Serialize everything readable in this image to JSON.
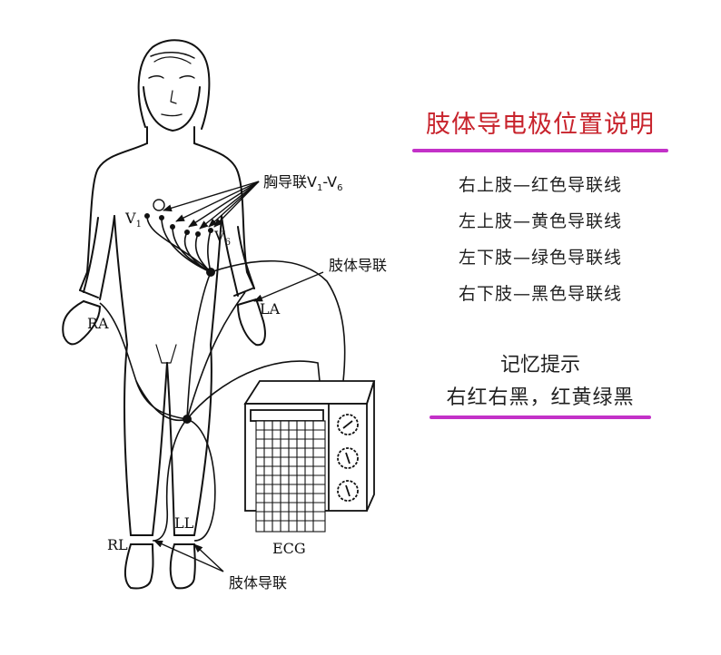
{
  "legend": {
    "title": "肢体导电极位置说明",
    "title_color": "#c8232c",
    "underline_color": "#c331c8",
    "items": [
      {
        "label": "右上肢—红色导联线"
      },
      {
        "label": "左上肢—黄色导联线"
      },
      {
        "label": "左下肢—绿色导联线"
      },
      {
        "label": "右下肢—黑色导联线"
      }
    ]
  },
  "mnemonic": {
    "title": "记忆提示",
    "text": "右红右黑，红黄绿黑"
  },
  "diagram": {
    "chest_leads_label": "胸导联V",
    "chest_leads_sub_start": "1",
    "chest_leads_dash": "-V",
    "chest_leads_sub_end": "6",
    "v1_label": "V",
    "v1_sub": "1",
    "v6_label": "V",
    "v6_sub": "6",
    "limb_leads_label_top": "肢体导联",
    "limb_leads_label_bottom": "肢体导联",
    "ra_label": "RA",
    "la_label": "LA",
    "rl_label": "RL",
    "ll_label": "LL",
    "device_label": "ECG"
  }
}
